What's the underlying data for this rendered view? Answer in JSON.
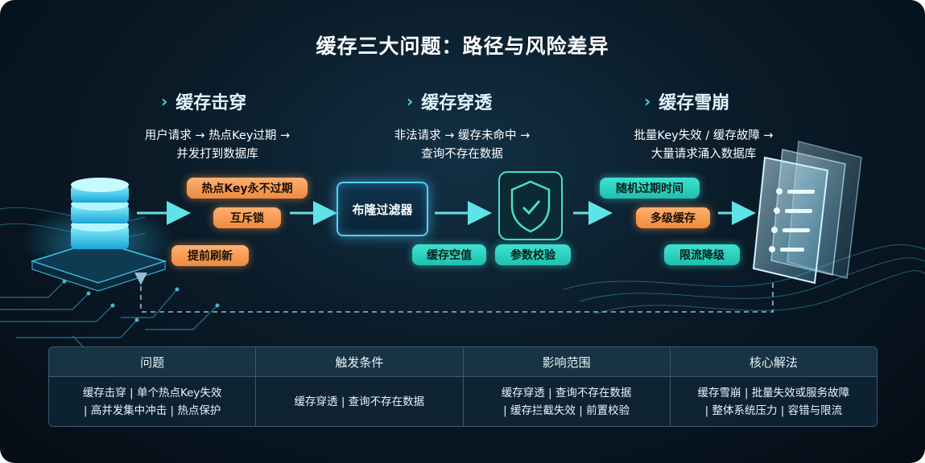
{
  "title": "缓存三大问题：路径与风险差异",
  "sections": [
    {
      "title": "缓存击穿",
      "desc_lines": [
        "用户请求 → 热点Key过期 →",
        "并发打到数据库"
      ],
      "pills": [
        "热点Key永不过期",
        "互斥锁",
        "提前刷新"
      ]
    },
    {
      "title": "缓存穿透",
      "desc_lines": [
        "非法请求 → 缓存未命中 →",
        "查询不存在数据"
      ],
      "filter_label": "布隆过滤器",
      "pills": [
        "缓存空值",
        "参数校验"
      ]
    },
    {
      "title": "缓存雪崩",
      "desc_lines": [
        "批量Key失效 / 缓存故障 →",
        "大量请求涌入数据库"
      ],
      "pills": [
        "随机过期时间",
        "多级缓存",
        "限流降级"
      ]
    }
  ],
  "table": {
    "headers": [
      "问题",
      "触发条件",
      "影响范围",
      "核心解法"
    ],
    "cells": [
      [
        "缓存击穿 | 单个热点Key失效",
        "| 高并发集中冲击 | 热点保护"
      ],
      [
        "缓存穿透 | 查询不存在数据"
      ],
      [
        "缓存穿透 | 查询不存在数据",
        "| 缓存拦截失效 | 前置校验"
      ],
      [
        "缓存雪崩 | 批量失效或服务故障",
        "| 整体系统压力 | 容错与限流"
      ]
    ]
  },
  "colors": {
    "accent": "#4fd1e8",
    "orange_pill": "#f08a3e",
    "teal_pill": "#1fbfae",
    "arrow": "#5fe3e8"
  }
}
